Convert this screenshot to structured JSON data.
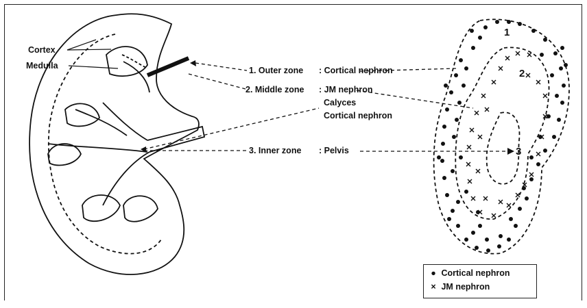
{
  "diagram": {
    "labels": {
      "cortex": "Cortex",
      "medulla": "Medulla",
      "zone1": "1. Outer zone",
      "zone1_desc": ": Cortical nephron",
      "zone2": "2. Middle zone",
      "zone2_desc": ": JM nephron",
      "zone2_desc2": "Calyces",
      "zone2_desc3": "Cortical nephron",
      "zone3": "3. Inner zone",
      "zone3_desc": ": Pelvis"
    },
    "zone_numbers": {
      "n1": "1",
      "n2": "2",
      "n3": "3"
    },
    "legend": {
      "items": [
        {
          "symbol": "●",
          "label": "Cortical nephron"
        },
        {
          "symbol": "×",
          "label": "JM nephron"
        }
      ]
    }
  }
}
